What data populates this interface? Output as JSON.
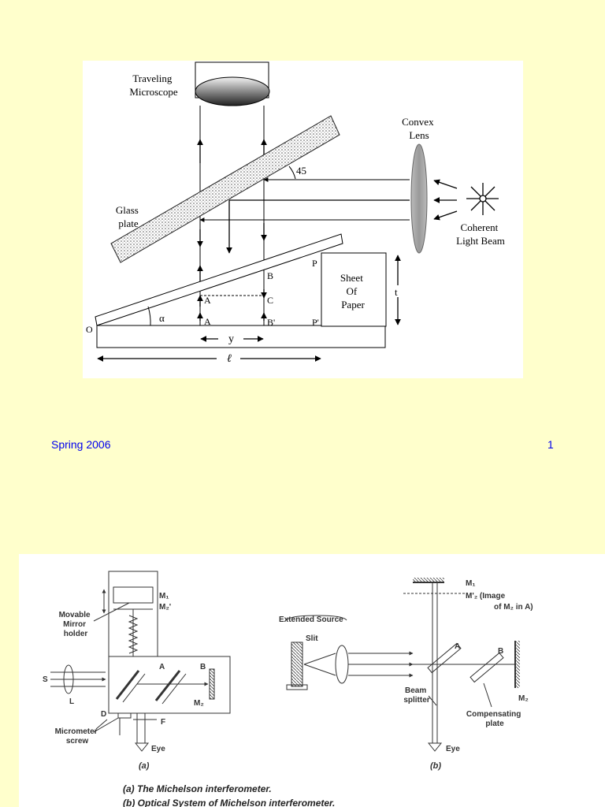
{
  "figure1": {
    "labels": {
      "microscope": [
        "Traveling",
        "Microscope"
      ],
      "lens": [
        "Convex",
        "Lens"
      ],
      "glass": [
        "Glass",
        "plate"
      ],
      "source": [
        "Coherent",
        "Light Beam"
      ],
      "paper": [
        "Sheet",
        "Of",
        "Paper"
      ],
      "angle45": "45",
      "alpha": "α",
      "O": "O",
      "A": "A",
      "A2": "A",
      "B": "B",
      "C": "C",
      "Bp": "B'",
      "P": "P",
      "Pp": "P'",
      "t": "t",
      "y": "y",
      "ell": "ℓ"
    }
  },
  "footer": {
    "left": "Spring 2006",
    "right": "1"
  },
  "figure2": {
    "left": {
      "movable": [
        "Movable",
        "Mirror",
        "holder"
      ],
      "micrometer": [
        "Micrometer",
        "screw"
      ],
      "M1": "M₁",
      "M2p": "M₂'",
      "M2": "M₂",
      "A": "A",
      "B": "B",
      "S": "S",
      "L": "L",
      "D": "D",
      "F": "F",
      "eye": "Eye",
      "tag": "(a)"
    },
    "right": {
      "extended": "Extended Source",
      "slit": "Slit",
      "M1": "M₁",
      "M2p": "M'₂ (Image",
      "M2p2": "of M₂ in A)",
      "A": "A",
      "B": "B",
      "beam": [
        "Beam",
        "splitter"
      ],
      "comp": [
        "Compensating",
        "plate"
      ],
      "M2": "M₂",
      "eye": "Eye",
      "tag": "(b)"
    },
    "caption1": "(a)  The Michelson interferometer.",
    "caption2": "(b)  Optical System of Michelson interferometer."
  }
}
